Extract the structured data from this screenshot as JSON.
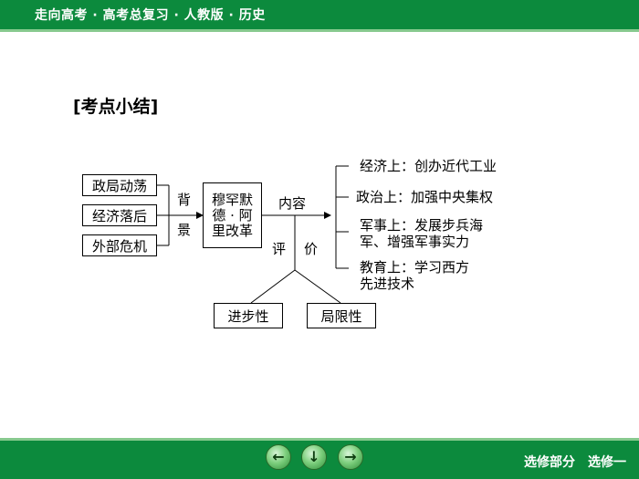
{
  "header": {
    "title": "走向高考 · 高考总复习 · 人教版 · 历史"
  },
  "section_title": "[考点小结]",
  "diagram": {
    "background_boxes": [
      "政局动荡",
      "经济落后",
      "外部危机"
    ],
    "background_label_1": "背",
    "background_label_2": "景",
    "center_line1": "穆罕默",
    "center_line2": "德 · 阿",
    "center_line3": "里改革",
    "content_label": "内容",
    "evaluation_label_1": "评",
    "evaluation_label_2": "价",
    "content_items": [
      {
        "line1": "经济上：创办近代工业",
        "line2": ""
      },
      {
        "line1": "政治上：加强中央集权",
        "line2": ""
      },
      {
        "line1": "军事上：发展步兵海",
        "line2": "军、增强军事实力"
      },
      {
        "line1": "教育上：学习西方",
        "line2": "先进技术"
      }
    ],
    "evaluation_boxes": [
      "进步性",
      "局限性"
    ]
  },
  "footer": {
    "label": "选修部分　选修一",
    "prev_icon": "arrow-left",
    "down_icon": "arrow-down",
    "next_icon": "arrow-right"
  }
}
